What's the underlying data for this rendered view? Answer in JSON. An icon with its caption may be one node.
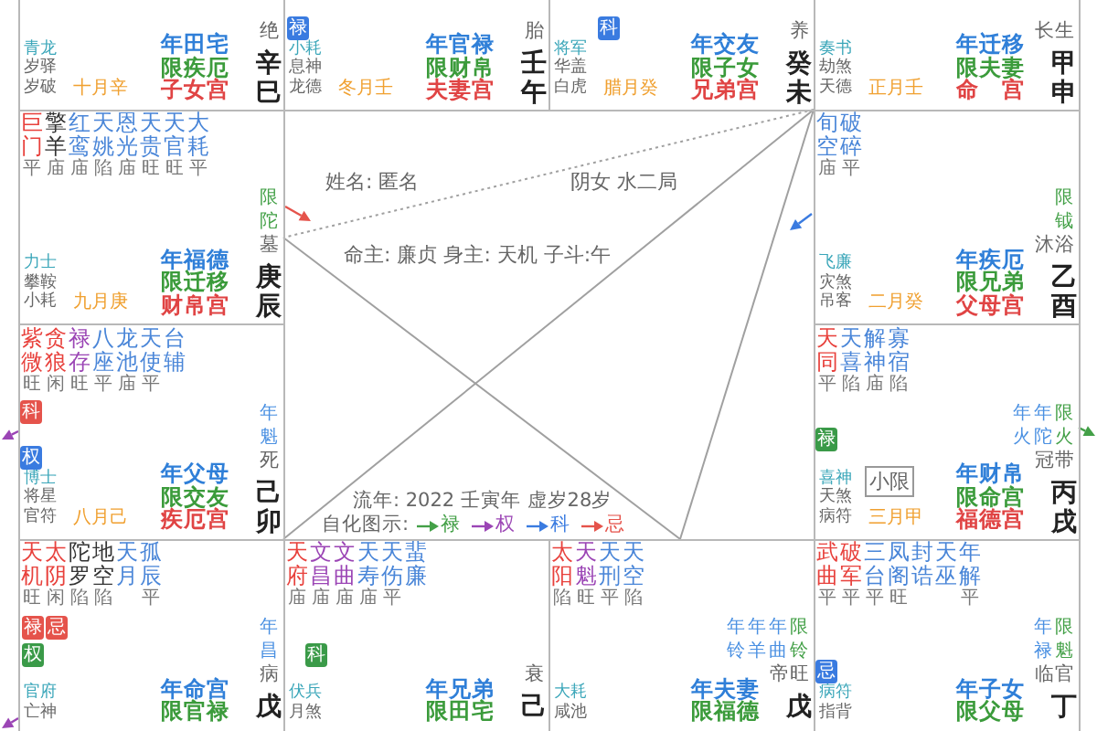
{
  "diagram": {
    "nodes": [
      {
        "text": [
          "绝",
          "辛",
          "巳",
          "青龙",
          "岁驿",
          "岁破",
          "十月辛",
          "年田宅",
          "限疾厄",
          "子女宫"
        ]
      },
      {
        "text": [
          "胎",
          "壬",
          "午",
          "小耗",
          "息神",
          "龙德",
          "冬月壬",
          "年官禄",
          "限财帛",
          "夫妻宫"
        ]
      },
      {
        "text": [
          "养",
          "癸",
          "未",
          "将军",
          "华盖",
          "白虎",
          "腊月癸",
          "年交友",
          "限子女",
          "兄弟宫"
        ]
      },
      {
        "text": [
          "长生",
          "甲",
          "申",
          "奏书",
          "劫煞",
          "天德",
          "正月壬",
          "年迁移",
          "限夫妻",
          "命宫"
        ]
      },
      {
        "text": [
          "巨门",
          "平",
          "擎羊",
          "庙",
          "红鸾",
          "庙",
          "天姚",
          "陷",
          "恩光",
          "庙",
          "天贵",
          "旺",
          "天官",
          "旺",
          "大耗",
          "平",
          "限陀",
          "墓",
          "庚",
          "辰",
          "力士",
          "攀鞍",
          "小耗",
          "九月庚",
          "年福德",
          "限迁移",
          "财帛宫"
        ]
      },
      {
        "text": [
          "旬空",
          "庙",
          "破碎",
          "平",
          "限钺",
          "沐浴",
          "乙",
          "酉",
          "飞廉",
          "灾煞",
          "吊客",
          "二月癸",
          "年疾厄",
          "限兄弟",
          "父母宫"
        ]
      },
      {
        "text": [
          "紫微",
          "旺",
          "贪狼",
          "闲",
          "禄存",
          "旺",
          "八座",
          "平",
          "龙池",
          "庙",
          "天使",
          "平",
          "台辅",
          "年魁",
          "死",
          "己",
          "卯",
          "博士",
          "将星",
          "官符",
          "八月己",
          "年父母",
          "限交友",
          "疾厄宫"
        ]
      },
      {
        "text": [
          "天同",
          "平",
          "天喜",
          "陷",
          "解神",
          "庙",
          "寡宿",
          "陷",
          "年火",
          "年陀",
          "限火",
          "冠带",
          "丙",
          "戌",
          "喜神",
          "天煞",
          "病符",
          "三月甲",
          "年财帛",
          "限命宫",
          "福德宫"
        ]
      },
      {
        "text": [
          "天机",
          "旺",
          "太阴",
          "闲",
          "陀罗",
          "陷",
          "地空",
          "陷",
          "天月",
          "孤辰",
          "平",
          "年昌",
          "病",
          "戊",
          "官府",
          "亡神",
          "年命宫",
          "限官禄"
        ]
      },
      {
        "text": [
          "天府",
          "庙",
          "文昌",
          "庙",
          "文曲",
          "庙",
          "天寿",
          "庙",
          "天伤",
          "平",
          "蜚廉",
          "衰",
          "己",
          "伏兵",
          "月煞",
          "年兄弟",
          "限田宅"
        ]
      },
      {
        "text": [
          "太阳",
          "陷",
          "天魁",
          "旺",
          "天刑",
          "平",
          "天空",
          "陷",
          "年铃",
          "年羊",
          "年曲",
          "限铃",
          "帝旺",
          "戊",
          "大耗",
          "咸池",
          "年夫妻",
          "限福德"
        ]
      },
      {
        "text": [
          "武曲",
          "平",
          "破军",
          "平",
          "三台",
          "平",
          "凤阁",
          "旺",
          "封诰",
          "天巫",
          "年解",
          "平",
          "年禄",
          "限魁",
          "临官",
          "丁",
          "病符",
          "指背",
          "年子女",
          "限父母"
        ]
      },
      {
        "text": [
          "禄"
        ],
        "in": 1
      },
      {
        "text": [
          "科"
        ],
        "in": 2
      },
      {
        "text": [
          "科"
        ],
        "in": 6
      },
      {
        "text": [
          "权"
        ],
        "in": 6
      },
      {
        "text": [
          "禄"
        ],
        "in": 7
      },
      {
        "text": [
          "小限"
        ],
        "in": 7
      },
      {
        "text": [
          "禄"
        ],
        "in": 8
      },
      {
        "text": [
          "忌"
        ],
        "in": 8
      },
      {
        "text": [
          "权"
        ],
        "in": 8
      },
      {
        "text": [
          "科"
        ],
        "in": 9
      },
      {
        "text": [
          "忌"
        ],
        "in": 11
      },
      {
        "text": [],
        "shape": "arrow"
      },
      {
        "text": [],
        "shape": "arrow"
      },
      {
        "text": [],
        "shape": "arrow"
      },
      {
        "text": [],
        "shape": "arrow"
      },
      {
        "text": [],
        "shape": "arrow"
      }
    ],
    "edges": [
      {
        "from": 3,
        "to": 4,
        "arrow": "none",
        "style": "dashed"
      },
      {
        "from": 3,
        "to": 10,
        "arrow": "none"
      },
      {
        "from": 3,
        "to": 8,
        "arrow": "none"
      },
      {
        "from": 4,
        "to": 10,
        "arrow": "none"
      }
    ],
    "labels": [
      "姓名: 匿名",
      "阴女 水二局",
      "命主: 廉贞 身主: 天机 子斗:午",
      "流年: 2022 壬寅年 虚岁28岁",
      "自化图示:"
    ],
    "legend": [
      {
        "text": "禄"
      },
      {
        "text": "权"
      },
      {
        "text": "科"
      },
      {
        "text": "忌"
      }
    ]
  }
}
